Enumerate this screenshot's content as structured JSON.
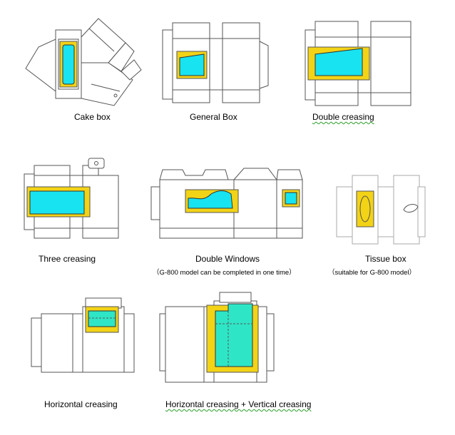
{
  "labels": {
    "cake_box": "Cake box",
    "general_box": "General Box",
    "double_creasing": "Double creasing",
    "three_creasing": "Three creasing",
    "double_windows": "Double Windows",
    "double_windows_note": "（G-800 model can be completed in one time）",
    "tissue_box": "Tissue box",
    "tissue_box_note": "（suitable for G-800  model）",
    "horizontal_creasing": "Horizontal creasing",
    "horizontal_vertical_creasing": "Horizontal creasing + Vertical creasing"
  },
  "colors": {
    "glue_area": "#f3d316",
    "window_film": "#18e3f0",
    "window_film_alt": "#2ee6c6",
    "outline": "#555555"
  }
}
